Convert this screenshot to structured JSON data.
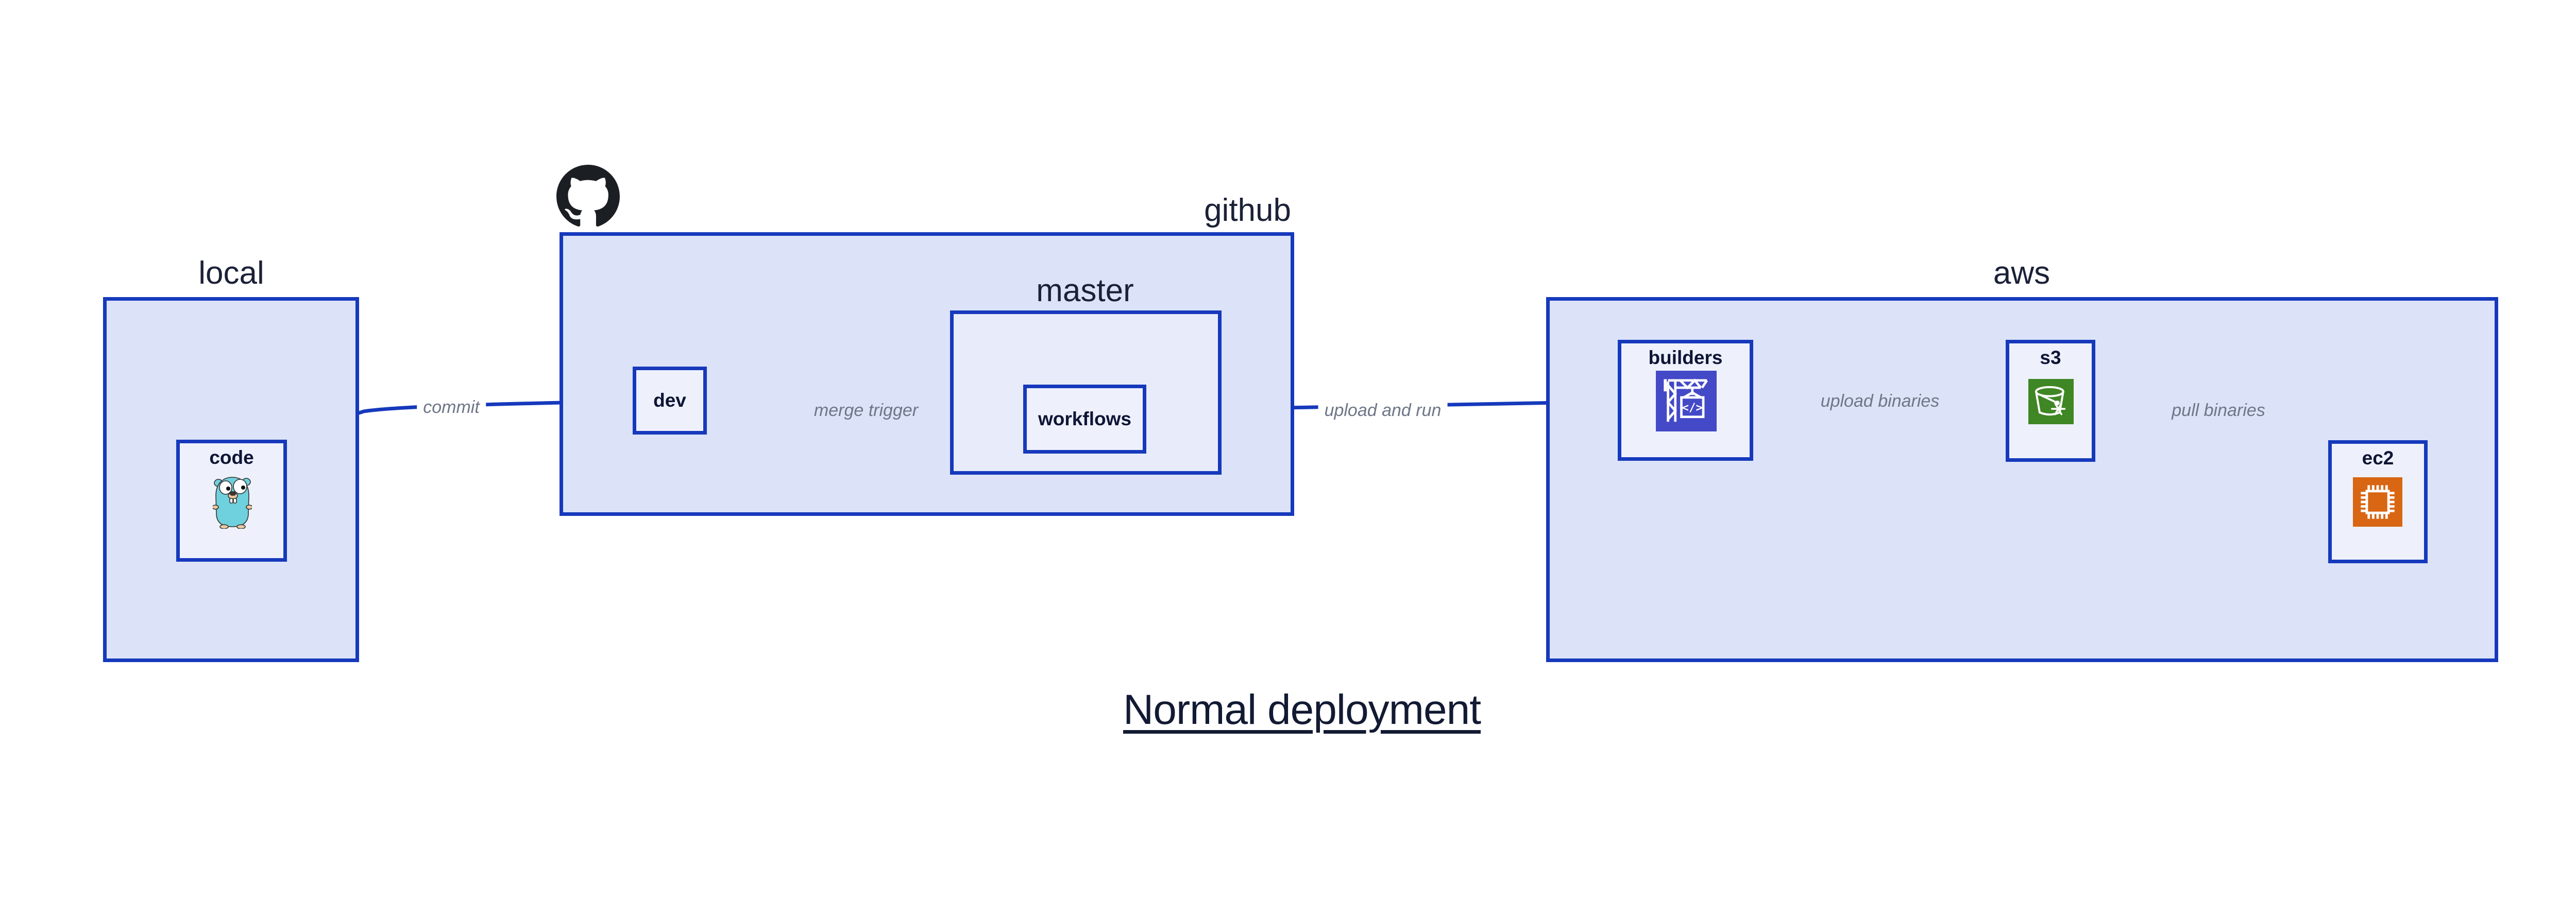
{
  "title": {
    "text": "Normal deployment"
  },
  "containers": {
    "local": {
      "label": "local"
    },
    "github": {
      "label": "github"
    },
    "master": {
      "label": "master"
    },
    "aws": {
      "label": "aws"
    }
  },
  "nodes": {
    "code": {
      "label": "code"
    },
    "dev": {
      "label": "dev"
    },
    "workflows": {
      "label": "workflows"
    },
    "builders": {
      "label": "builders"
    },
    "s3": {
      "label": "s3"
    },
    "ec2": {
      "label": "ec2"
    }
  },
  "edges": [
    {
      "from": "code",
      "to": "dev",
      "label": "commit"
    },
    {
      "from": "dev",
      "to": "workflows",
      "label": "merge trigger"
    },
    {
      "from": "workflows",
      "to": "builders",
      "label": "upload and run"
    },
    {
      "from": "builders",
      "to": "s3",
      "label": "upload binaries"
    },
    {
      "from": "s3",
      "to": "ec2",
      "label": "pull binaries"
    }
  ],
  "icons": {
    "github": "github-octocat-icon",
    "code": "go-gopher-icon",
    "builders": "codebuild-crane-icon",
    "s3": "s3-bucket-glacier-icon",
    "ec2": "ec2-chip-icon"
  },
  "colors": {
    "edge_blue": "#1639bc",
    "container_fill": "#dce3f8",
    "subgraph_fill": "#e8ecfa",
    "node_fill": "#eef1fc",
    "node_text": "#0e1535",
    "container_text": "#1b2138",
    "edge_label_text": "#6e7687",
    "title_text": "#121a33",
    "octocat_black": "#1b1f23",
    "codebuild_indigo": "#4449c7",
    "s3_green": "#3f8624",
    "ec2_orange": "#d86613",
    "gopher_teal": "#6fd0de"
  }
}
